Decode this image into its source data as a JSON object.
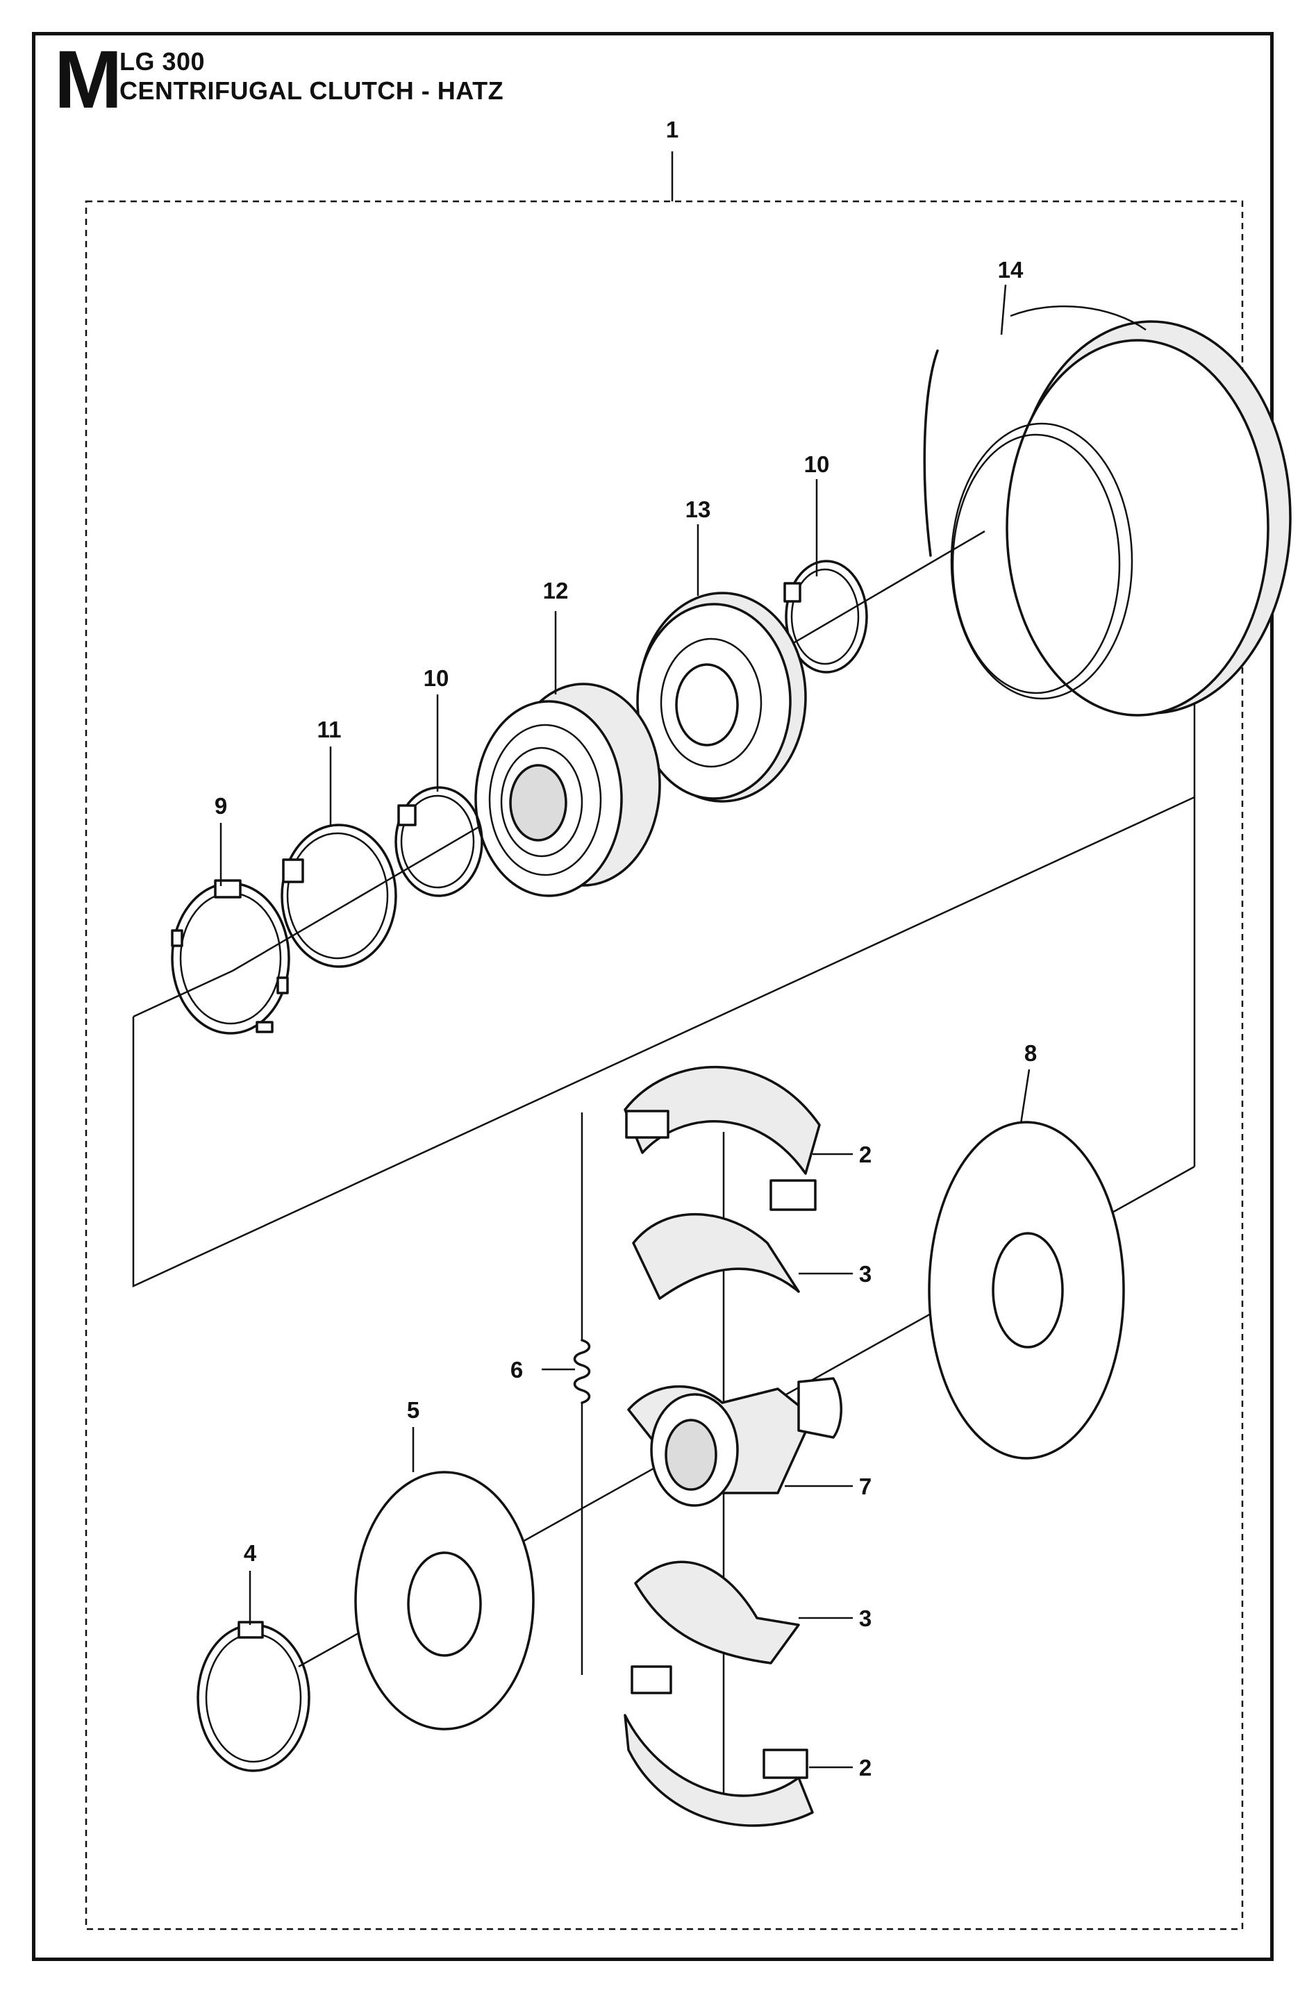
{
  "header": {
    "section_letter": "M",
    "model": "LG 300",
    "title": "CENTRIFUGAL CLUTCH - HATZ"
  },
  "callouts": {
    "c1": "1",
    "c14": "14",
    "c10a": "10",
    "c13": "13",
    "c12": "12",
    "c10b": "10",
    "c11": "11",
    "c9": "9",
    "c8": "8",
    "c2a": "2",
    "c3a": "3",
    "c6": "6",
    "c5": "5",
    "c7": "7",
    "c4": "4",
    "c3b": "3",
    "c2b": "2"
  }
}
